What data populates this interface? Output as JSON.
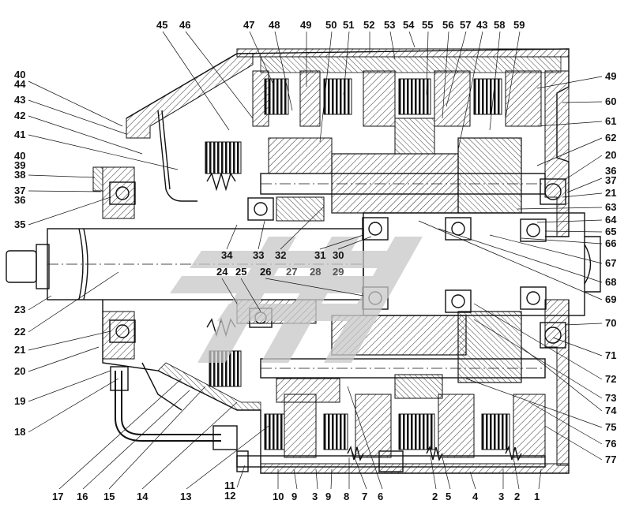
{
  "labels": {
    "top": [
      "45",
      "46",
      "47",
      "48",
      "49",
      "50",
      "51",
      "52",
      "53",
      "54",
      "55",
      "56",
      "57",
      "43",
      "58",
      "59"
    ],
    "left": [
      "40",
      "44",
      "43",
      "42",
      "41",
      "40",
      "39",
      "38",
      "37",
      "36",
      "35",
      "23",
      "22",
      "21",
      "20",
      "19",
      "18"
    ],
    "right": [
      "49",
      "60",
      "61",
      "62",
      "20",
      "36",
      "37",
      "21",
      "63",
      "64",
      "65",
      "66",
      "67",
      "68",
      "69",
      "70",
      "71",
      "72",
      "73",
      "74",
      "75",
      "76",
      "77"
    ],
    "bottom": [
      "17",
      "16",
      "15",
      "14",
      "13",
      "11",
      "12",
      "10",
      "9",
      "3",
      "9",
      "8",
      "7",
      "6",
      "2",
      "5",
      "4",
      "3",
      "2",
      "1"
    ],
    "inner_upper": [
      "34",
      "33",
      "32",
      "31",
      "30"
    ],
    "inner_lower": [
      "24",
      "25",
      "26",
      "27",
      "28",
      "29"
    ]
  },
  "colors": {
    "ink": "#111111",
    "background": "#ffffff",
    "watermark": "#d0d0d0"
  }
}
